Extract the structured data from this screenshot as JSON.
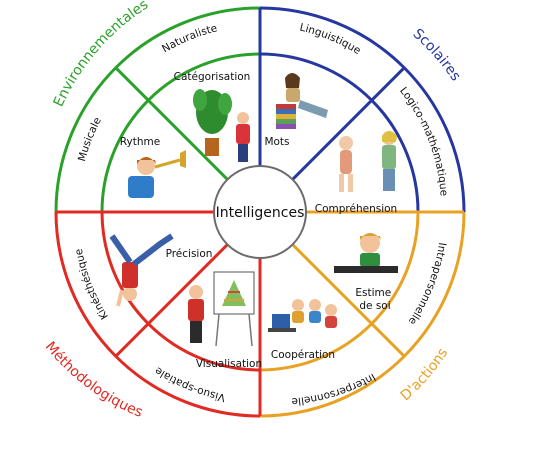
{
  "center": {
    "label": "Intelligences"
  },
  "groups": [
    {
      "name": "Environnementales",
      "color": "#2aa12a"
    },
    {
      "name": "Scolaires",
      "color": "#2637a0"
    },
    {
      "name": "D'actions",
      "color": "#e8a123"
    },
    {
      "name": "Méthodologiques",
      "color": "#e02a22"
    }
  ],
  "intelligences": [
    {
      "name": "Naturaliste",
      "skill": "Catégorisation",
      "icon": "plant-and-woman-icon"
    },
    {
      "name": "Linguistique",
      "skill": "Mots",
      "icon": "girl-reading-books-icon"
    },
    {
      "name": "Logico-mathématique",
      "skill": "Compréhension",
      "icon": "anatomy-model-icon"
    },
    {
      "name": "Intrapersonnelle",
      "skill": "Estime de soi",
      "icon": "boy-at-keyboard-icon"
    },
    {
      "name": "Interpersonnelle",
      "skill": "Coopération",
      "icon": "children-at-laptop-icon"
    },
    {
      "name": "Visuo-spatiale",
      "skill": "Visualisation",
      "icon": "teacher-pyramid-chart-icon"
    },
    {
      "name": "Kinésthésique",
      "skill": "Précision",
      "icon": "breakdancer-icon"
    },
    {
      "name": "Musicale",
      "skill": "Rythme",
      "icon": "trumpet-player-icon"
    }
  ]
}
